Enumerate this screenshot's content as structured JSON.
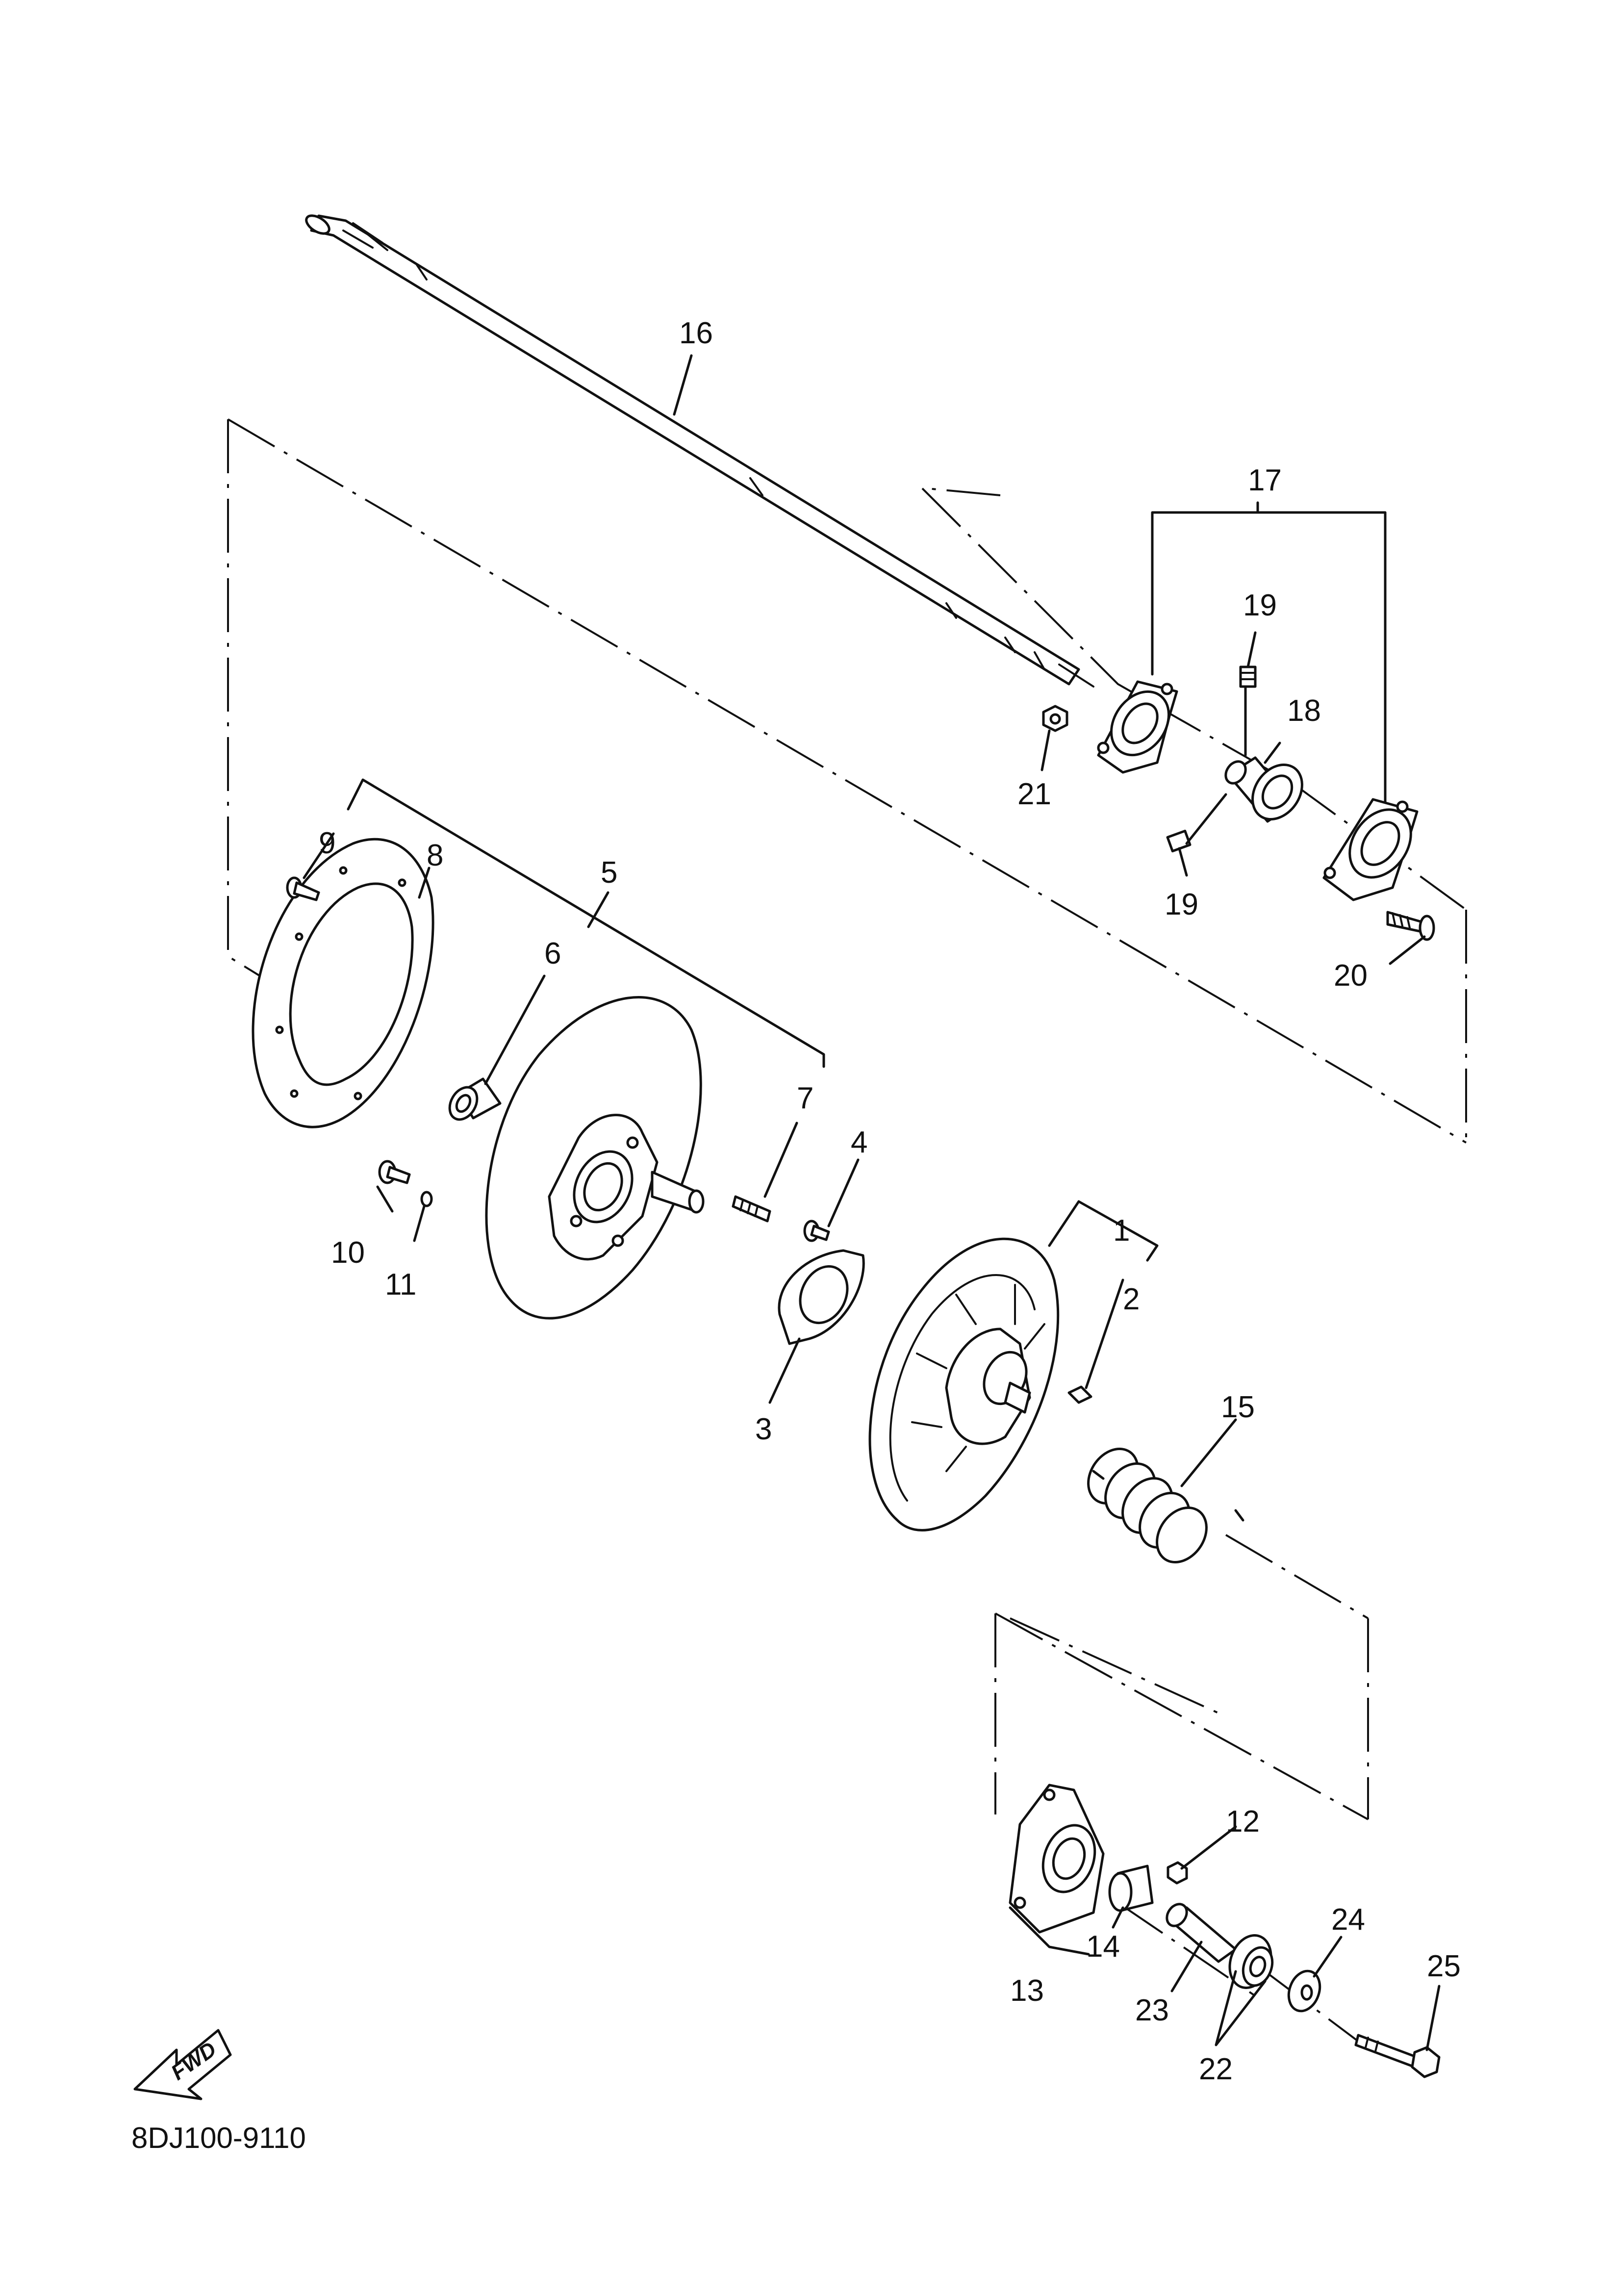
{
  "callouts": {
    "c1": "1",
    "c2": "2",
    "c3": "3",
    "c4": "4",
    "c5": "5",
    "c6": "6",
    "c7": "7",
    "c8": "8",
    "c9": "9",
    "c10": "10",
    "c11": "11",
    "c12": "12",
    "c13": "13",
    "c14": "14",
    "c15": "15",
    "c16": "16",
    "c17": "17",
    "c18": "18",
    "c19a": "19",
    "c19b": "19",
    "c20": "20",
    "c21": "21",
    "c22": "22",
    "c23": "23",
    "c24": "24",
    "c25": "25"
  },
  "fwd_label": "FWD",
  "diagram_code": "8DJ100-9110"
}
